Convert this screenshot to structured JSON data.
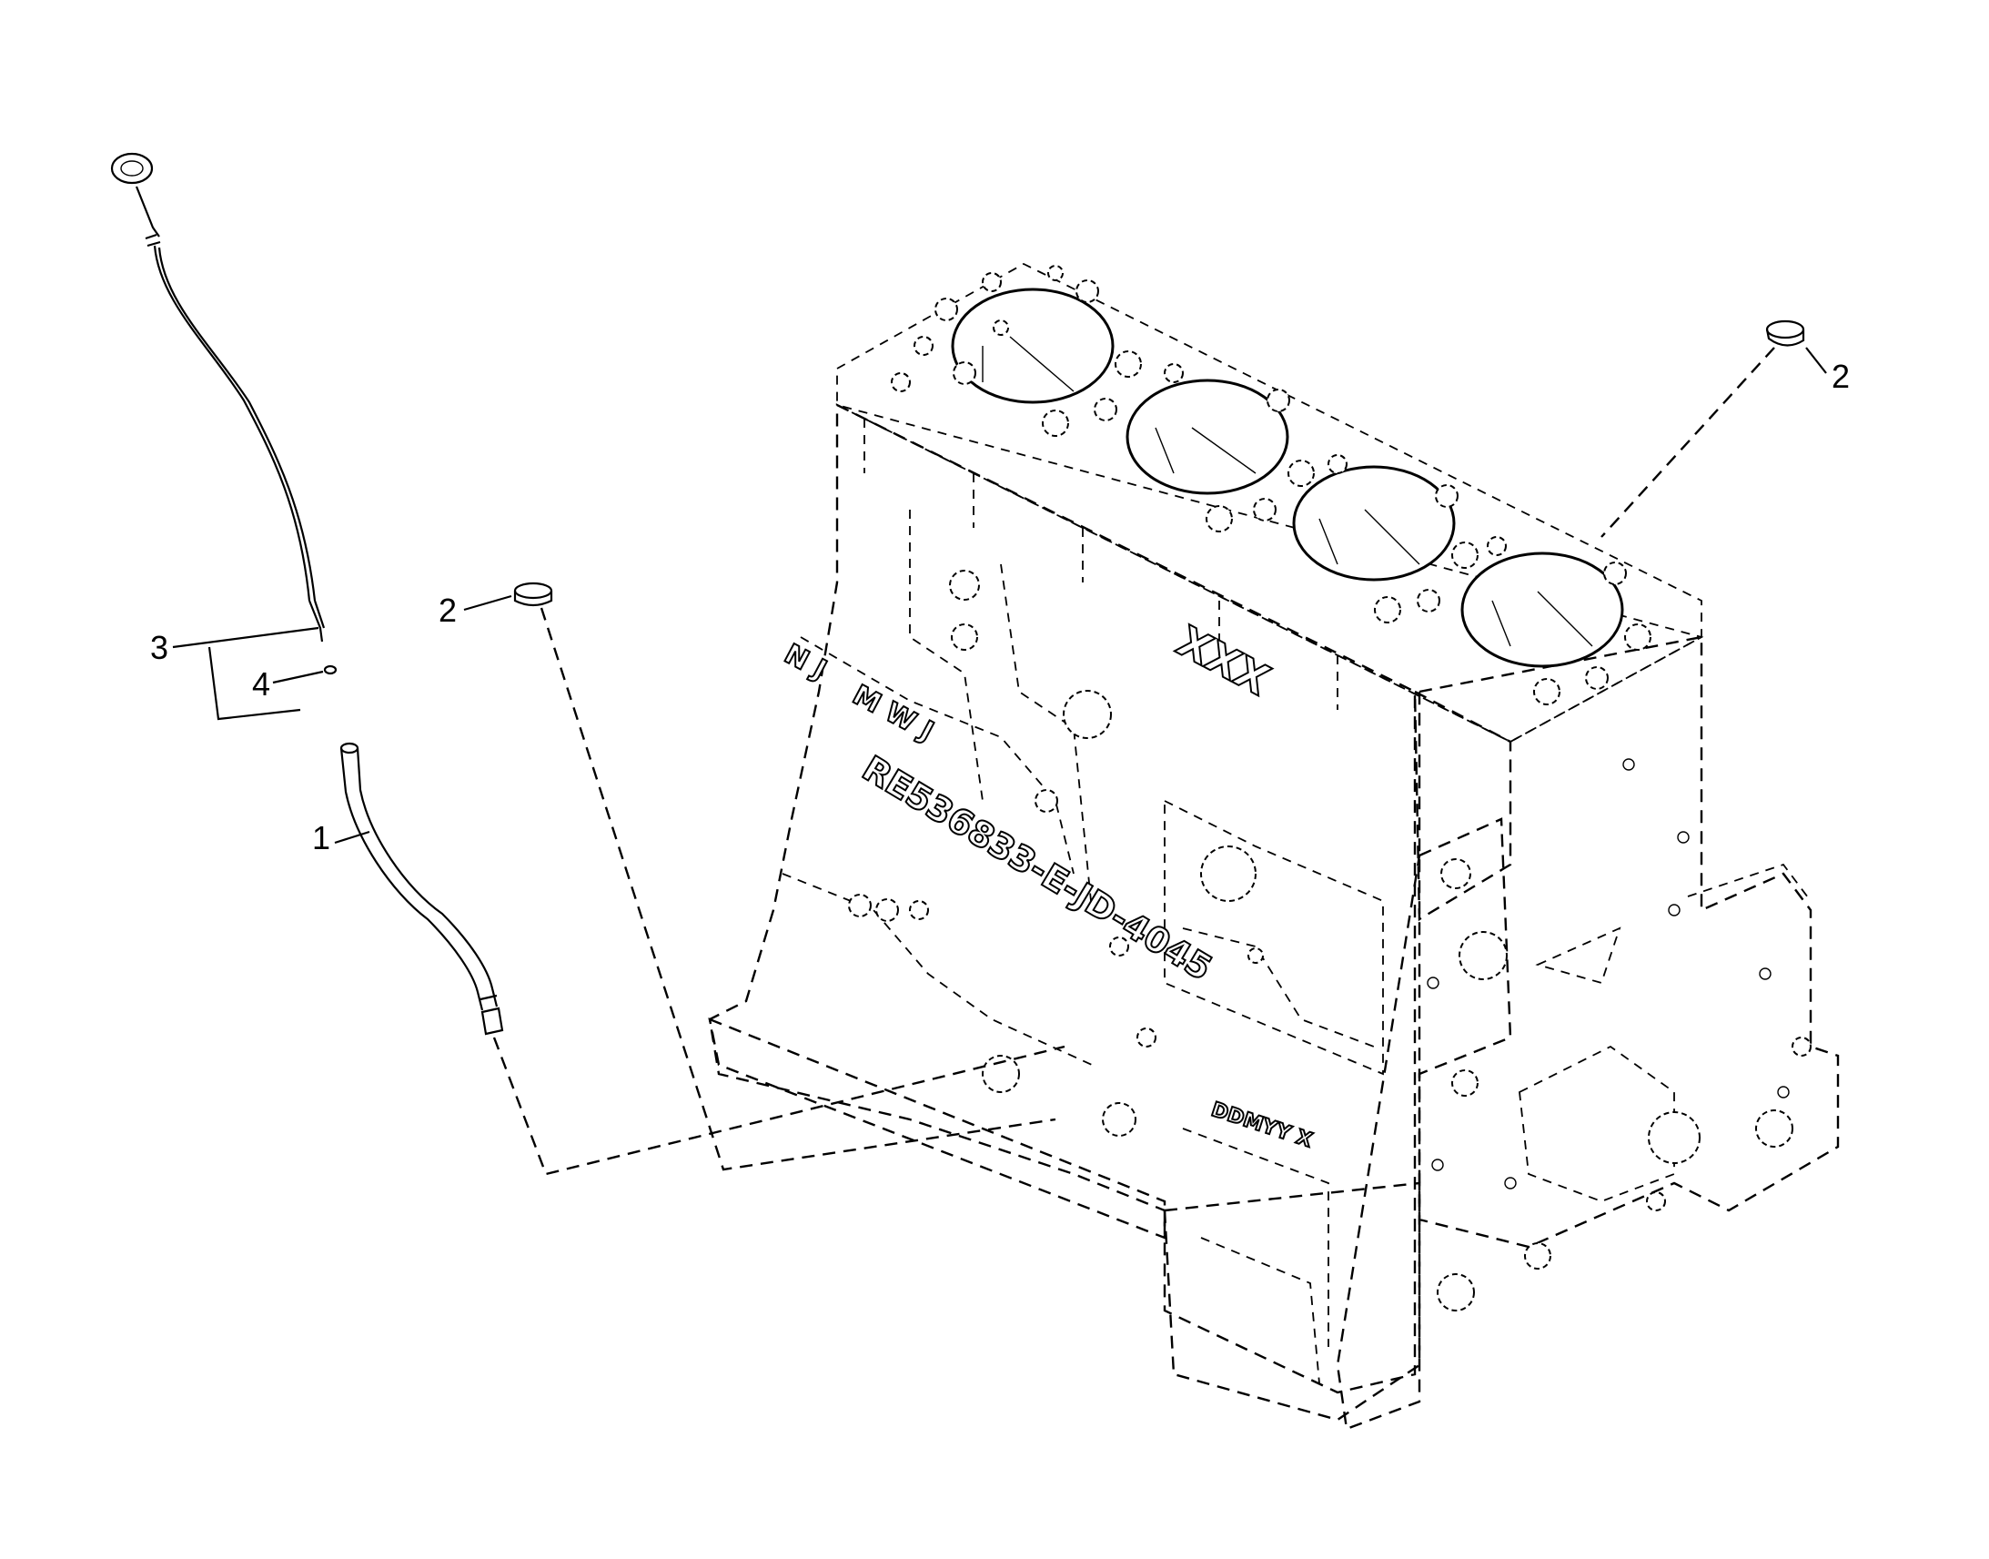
{
  "callouts": [
    {
      "id": "c1",
      "label": "1"
    },
    {
      "id": "c2a",
      "label": "2"
    },
    {
      "id": "c2b",
      "label": "2"
    },
    {
      "id": "c3",
      "label": "3"
    },
    {
      "id": "c4",
      "label": "4"
    }
  ],
  "casting_marks": {
    "top": "XXX",
    "side_code": "RE536833-E-JD-4045",
    "left_a": "N J",
    "left_b": "M W J",
    "bottom": "DDMYY X"
  },
  "parts": [
    {
      "name": "dipstick-tube",
      "callout": "1"
    },
    {
      "name": "plug",
      "callout": "2"
    },
    {
      "name": "dipstick",
      "callout": "3"
    },
    {
      "name": "o-ring",
      "callout": "4"
    },
    {
      "name": "cylinder-block",
      "callout": ""
    }
  ]
}
